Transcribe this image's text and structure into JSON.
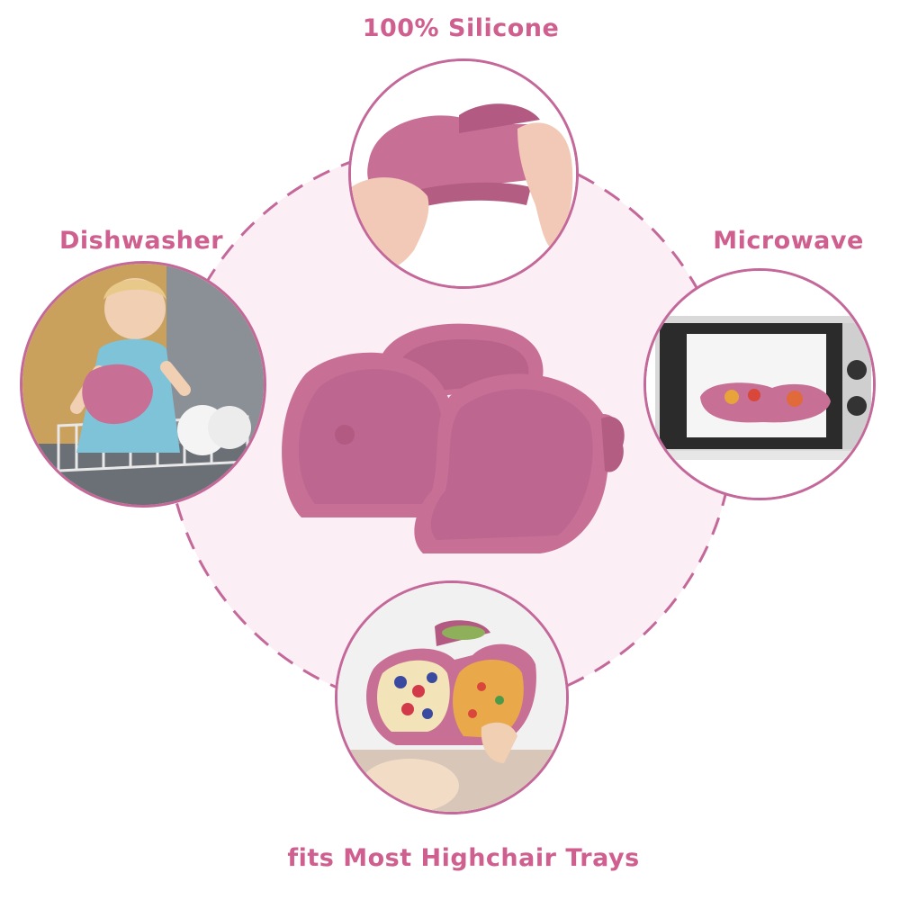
{
  "labels": {
    "top": "100% Silicone",
    "left": "Dishwasher",
    "right": "Microwave",
    "bottom": "fits Most Highchair Trays"
  },
  "colors": {
    "accent": "#cf5f8e",
    "plate": "#c86f95",
    "plate_dark": "#b45d83",
    "center_fill": "#fbeef4",
    "ring_border": "#c4689a"
  },
  "icons": {
    "center": "bunny-plate-icon",
    "top": "hands-stretching-plate-icon",
    "left": "child-at-dishwasher-icon",
    "right": "microwave-icon",
    "bottom": "food-filled-plate-icon"
  }
}
